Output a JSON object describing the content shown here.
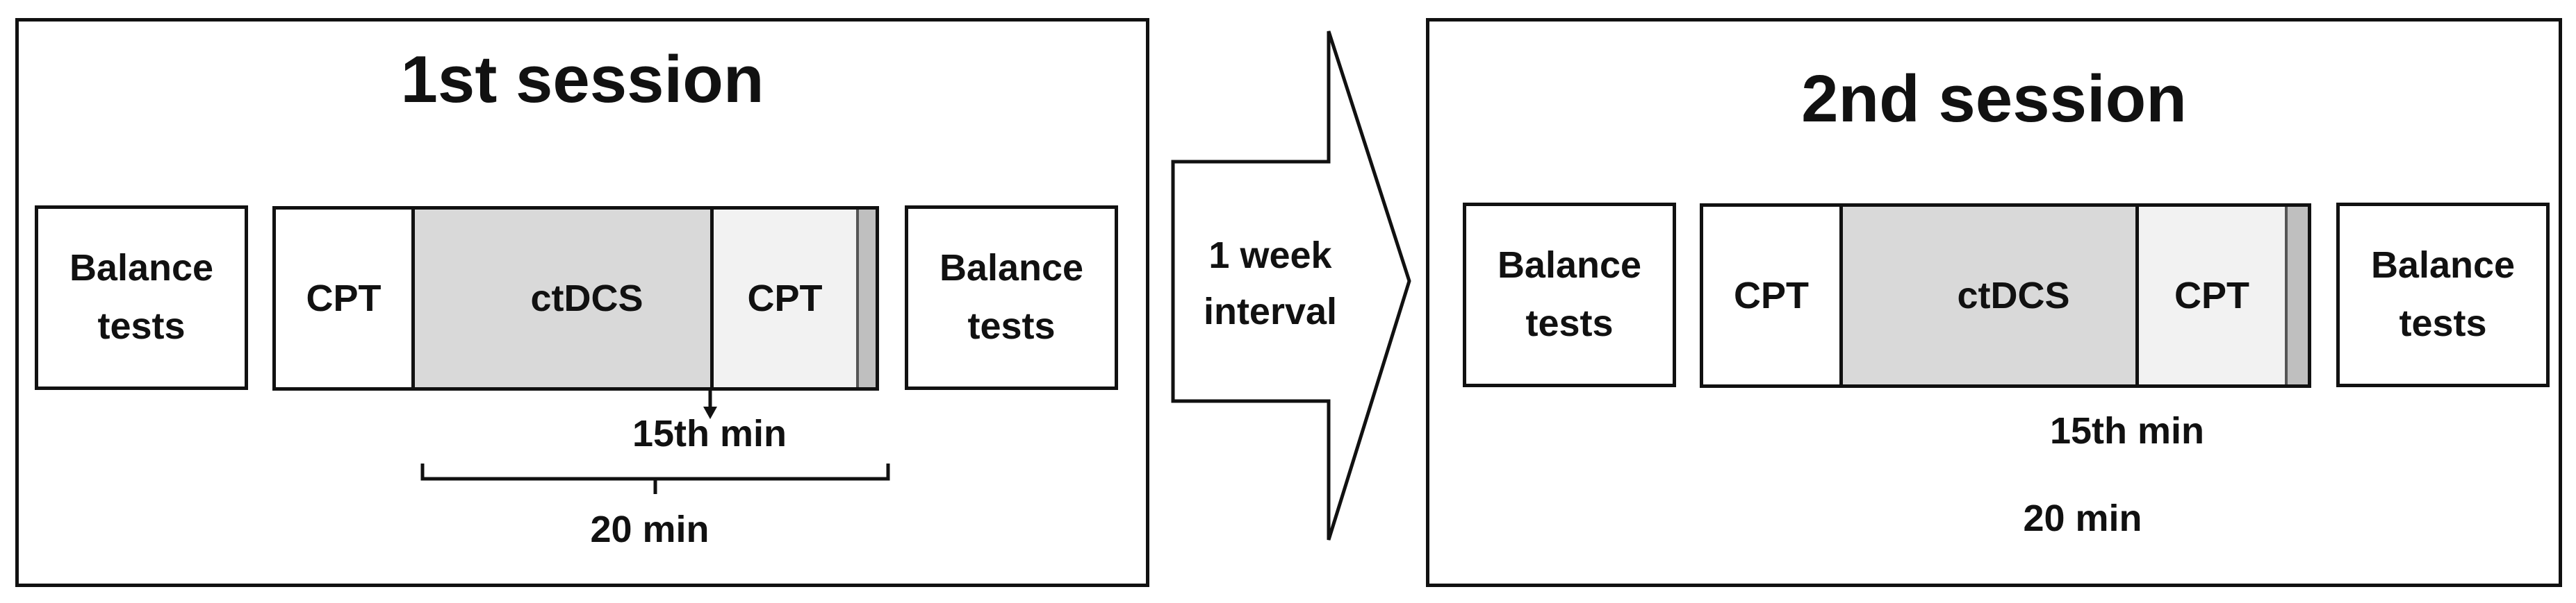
{
  "sessions": [
    {
      "title": "1st session",
      "pre_tests": {
        "line1": "Balance",
        "line2": "tests"
      },
      "bar": {
        "cpt_first": "CPT",
        "ctdcs": "ctDCS",
        "cpt_second": "CPT"
      },
      "marker_label": "15th min",
      "bracket_label": "20 min",
      "post_tests": {
        "line1": "Balance",
        "line2": "tests"
      }
    },
    {
      "title": "2nd session",
      "pre_tests": {
        "line1": "Balance",
        "line2": "tests"
      },
      "bar": {
        "cpt_first": "CPT",
        "ctdcs": "ctDCS",
        "cpt_second": "CPT"
      },
      "marker_label": "15th min",
      "bracket_label": "20 min",
      "post_tests": {
        "line1": "Balance",
        "line2": "tests"
      }
    }
  ],
  "interval_arrow": {
    "line1": "1 week",
    "line2": "interval"
  }
}
